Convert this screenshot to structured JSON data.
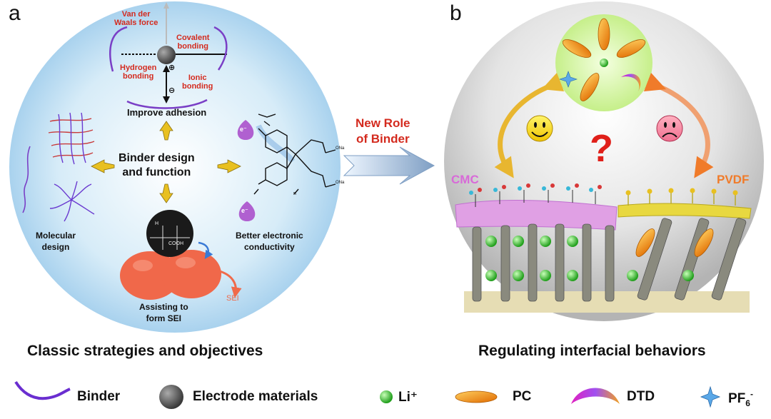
{
  "panel_a": {
    "letter": "a",
    "forces": {
      "van_der_waals": "Van der\nWaals force",
      "covalent": "Covalent\nbonding",
      "hydrogen": "Hydrogen\nbonding",
      "ionic": "Ionic\nbonding"
    },
    "improve_adhesion": "Improve adhesion",
    "center_title": "Binder design\nand function",
    "molecular_design": "Molecular\ndesign",
    "better_conductivity": "Better electronic\nconductivity",
    "assisting_sei": "Assisting to\nform SEI",
    "sei": "SEI",
    "cooh": "COOH",
    "h": "H",
    "ona": "ONa",
    "n": "n",
    "electron": "e⁻",
    "plus": "⊕",
    "minus": "⊖",
    "caption": "Classic strategies and objectives"
  },
  "middle": {
    "label": "New Role\nof Binder"
  },
  "panel_b": {
    "letter": "b",
    "question": "?",
    "cmc": "CMC",
    "pvdf": "PVDF",
    "caption": "Regulating interfacial behaviors"
  },
  "legend": {
    "binder": "Binder",
    "electrode": "Electrode materials",
    "li": "Li⁺",
    "pc": "PC",
    "dtd": "DTD",
    "pf6_base": "PF",
    "pf6_sub": "6",
    "pf6_sup": "-"
  },
  "colors": {
    "red_label": "#d42a1e",
    "binder_purple": "#7a3fc6",
    "li_green": "#3ec93a",
    "pc_orange": "#f09a1a",
    "cmc_pink": "#d86ad8",
    "pvdf_orange": "#f07b2a",
    "sei_red": "#f06a4a"
  }
}
